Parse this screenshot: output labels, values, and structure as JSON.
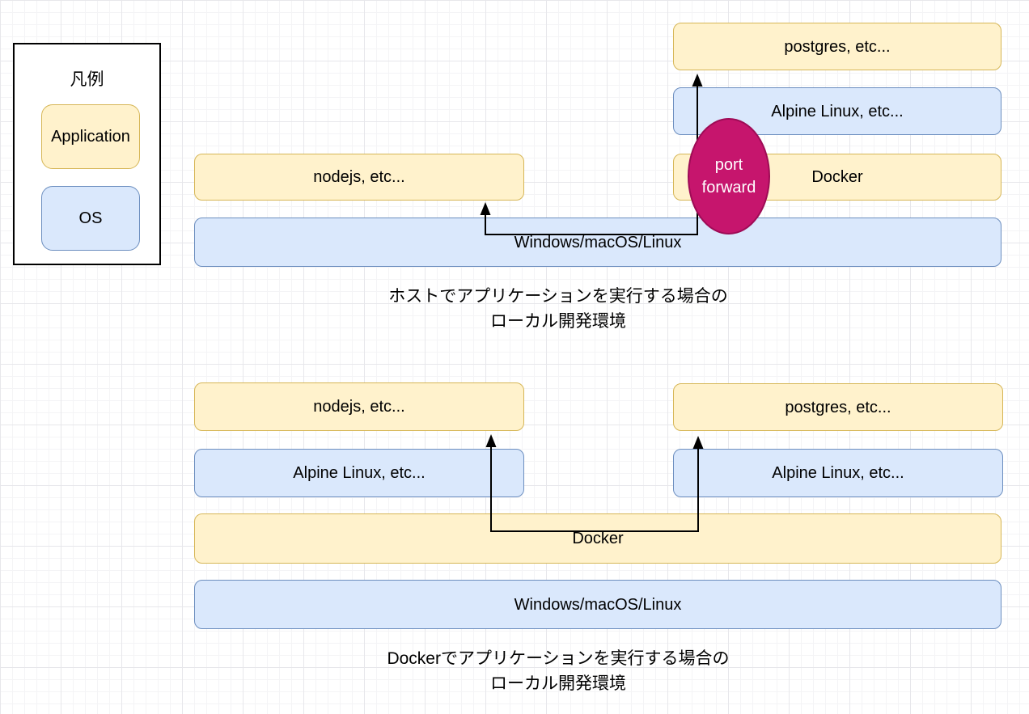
{
  "colors": {
    "app_fill": "#FFF2CC",
    "app_stroke": "#D6B656",
    "os_fill": "#DAE8FC",
    "os_stroke": "#6C8EBF",
    "pink_fill": "#C6156D",
    "pink_stroke": "#9E0B56"
  },
  "legend": {
    "title": "凡例",
    "application_label": "Application",
    "os_label": "OS"
  },
  "host_diagram": {
    "nodejs_label": "nodejs, etc...",
    "host_os_label": "Windows/macOS/Linux",
    "postgres_label": "postgres, etc...",
    "alpine_label": "Alpine Linux, etc...",
    "docker_label": "Docker",
    "port_forward_line1": "port",
    "port_forward_line2": "forward",
    "caption_line1": "ホストでアプリケーションを実行する場合の",
    "caption_line2": "ローカル開発環境"
  },
  "docker_diagram": {
    "nodejs_label": "nodejs, etc...",
    "postgres_label": "postgres, etc...",
    "alpine_left_label": "Alpine Linux, etc...",
    "alpine_right_label": "Alpine Linux, etc...",
    "docker_label": "Docker",
    "host_os_label": "Windows/macOS/Linux",
    "caption_line1": "Dockerでアプリケーションを実行する場合の",
    "caption_line2": "ローカル開発環境"
  }
}
